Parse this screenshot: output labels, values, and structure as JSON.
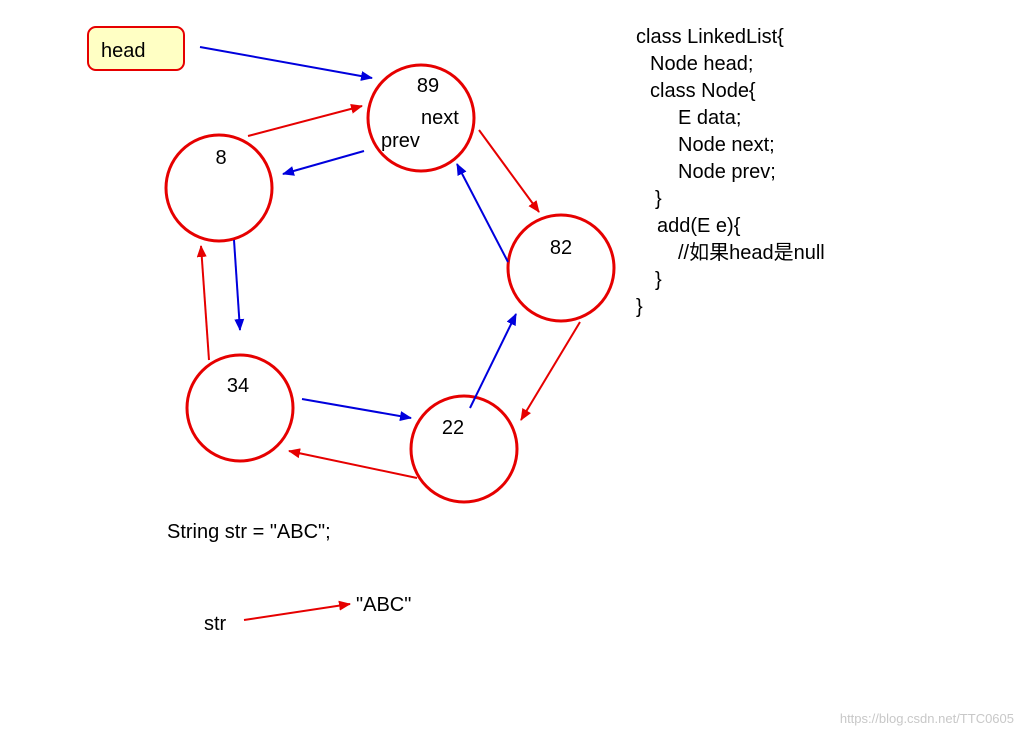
{
  "colors": {
    "node_stroke": "#e60000",
    "next_arrow": "#e60000",
    "prev_arrow": "#0000dd",
    "head_fill": "#ffffc4"
  },
  "head_label": "head",
  "nodes": [
    {
      "id": "n89",
      "label": "89"
    },
    {
      "id": "n82",
      "label": "82"
    },
    {
      "id": "n22",
      "label": "22"
    },
    {
      "id": "n34",
      "label": "34"
    },
    {
      "id": "n8",
      "label": "8"
    }
  ],
  "pointer_labels": {
    "next": "next",
    "prev": "prev"
  },
  "code_lines": [
    "class LinkedList{",
    "Node head;",
    "class Node{",
    "E data;",
    "Node next;",
    "Node prev;",
    "}",
    "add(E e){",
    "//如果head是null",
    "}",
    "}"
  ],
  "string_example": {
    "statement": "String str = \"ABC\";",
    "var_label": "str",
    "value_label": "\"ABC\""
  },
  "watermark": "https://blog.csdn.net/TTC0605"
}
